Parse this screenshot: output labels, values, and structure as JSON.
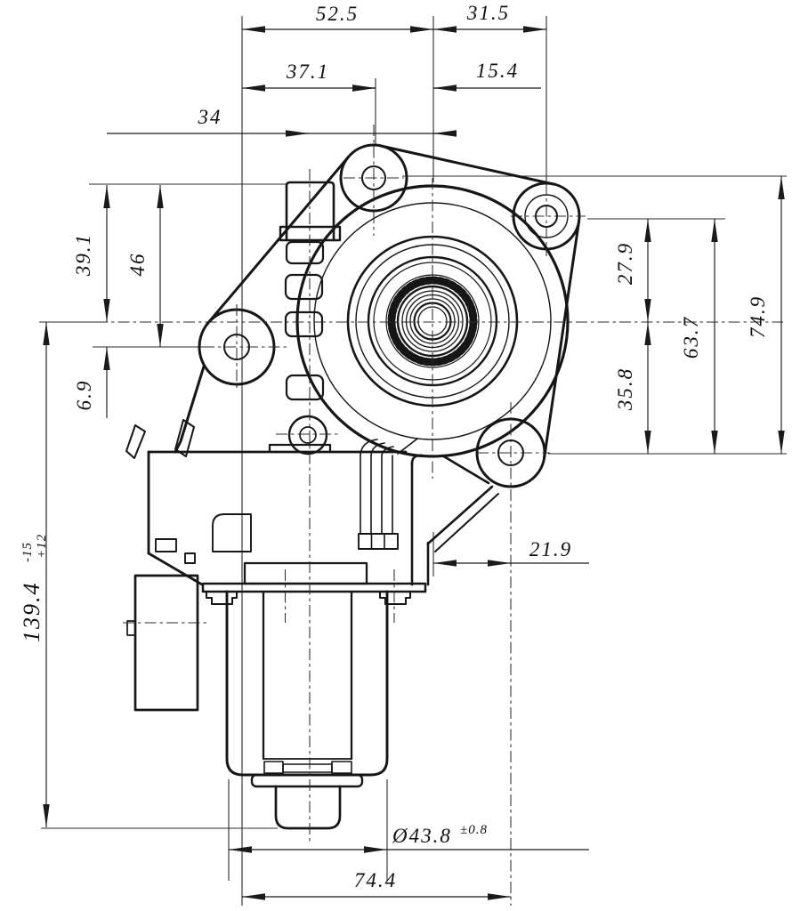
{
  "dims": {
    "w52_5": "52.5",
    "w31_5": "31.5",
    "w37_1": "37.1",
    "w15_4": "15.4",
    "w34": "34",
    "h39_1": "39.1",
    "h46": "46",
    "h6_9": "6.9",
    "h139_4": "139.4",
    "h139_4_plus": "+12",
    "h139_4_minus": "-15",
    "h27_9": "27.9",
    "h63_7": "63.7",
    "h74_9": "74.9",
    "h35_8": "35.8",
    "w21_9": "21.9",
    "dia43_8": "Ø43.8",
    "dia43_8_tol": "±0.8",
    "w74_4": "74.4"
  }
}
